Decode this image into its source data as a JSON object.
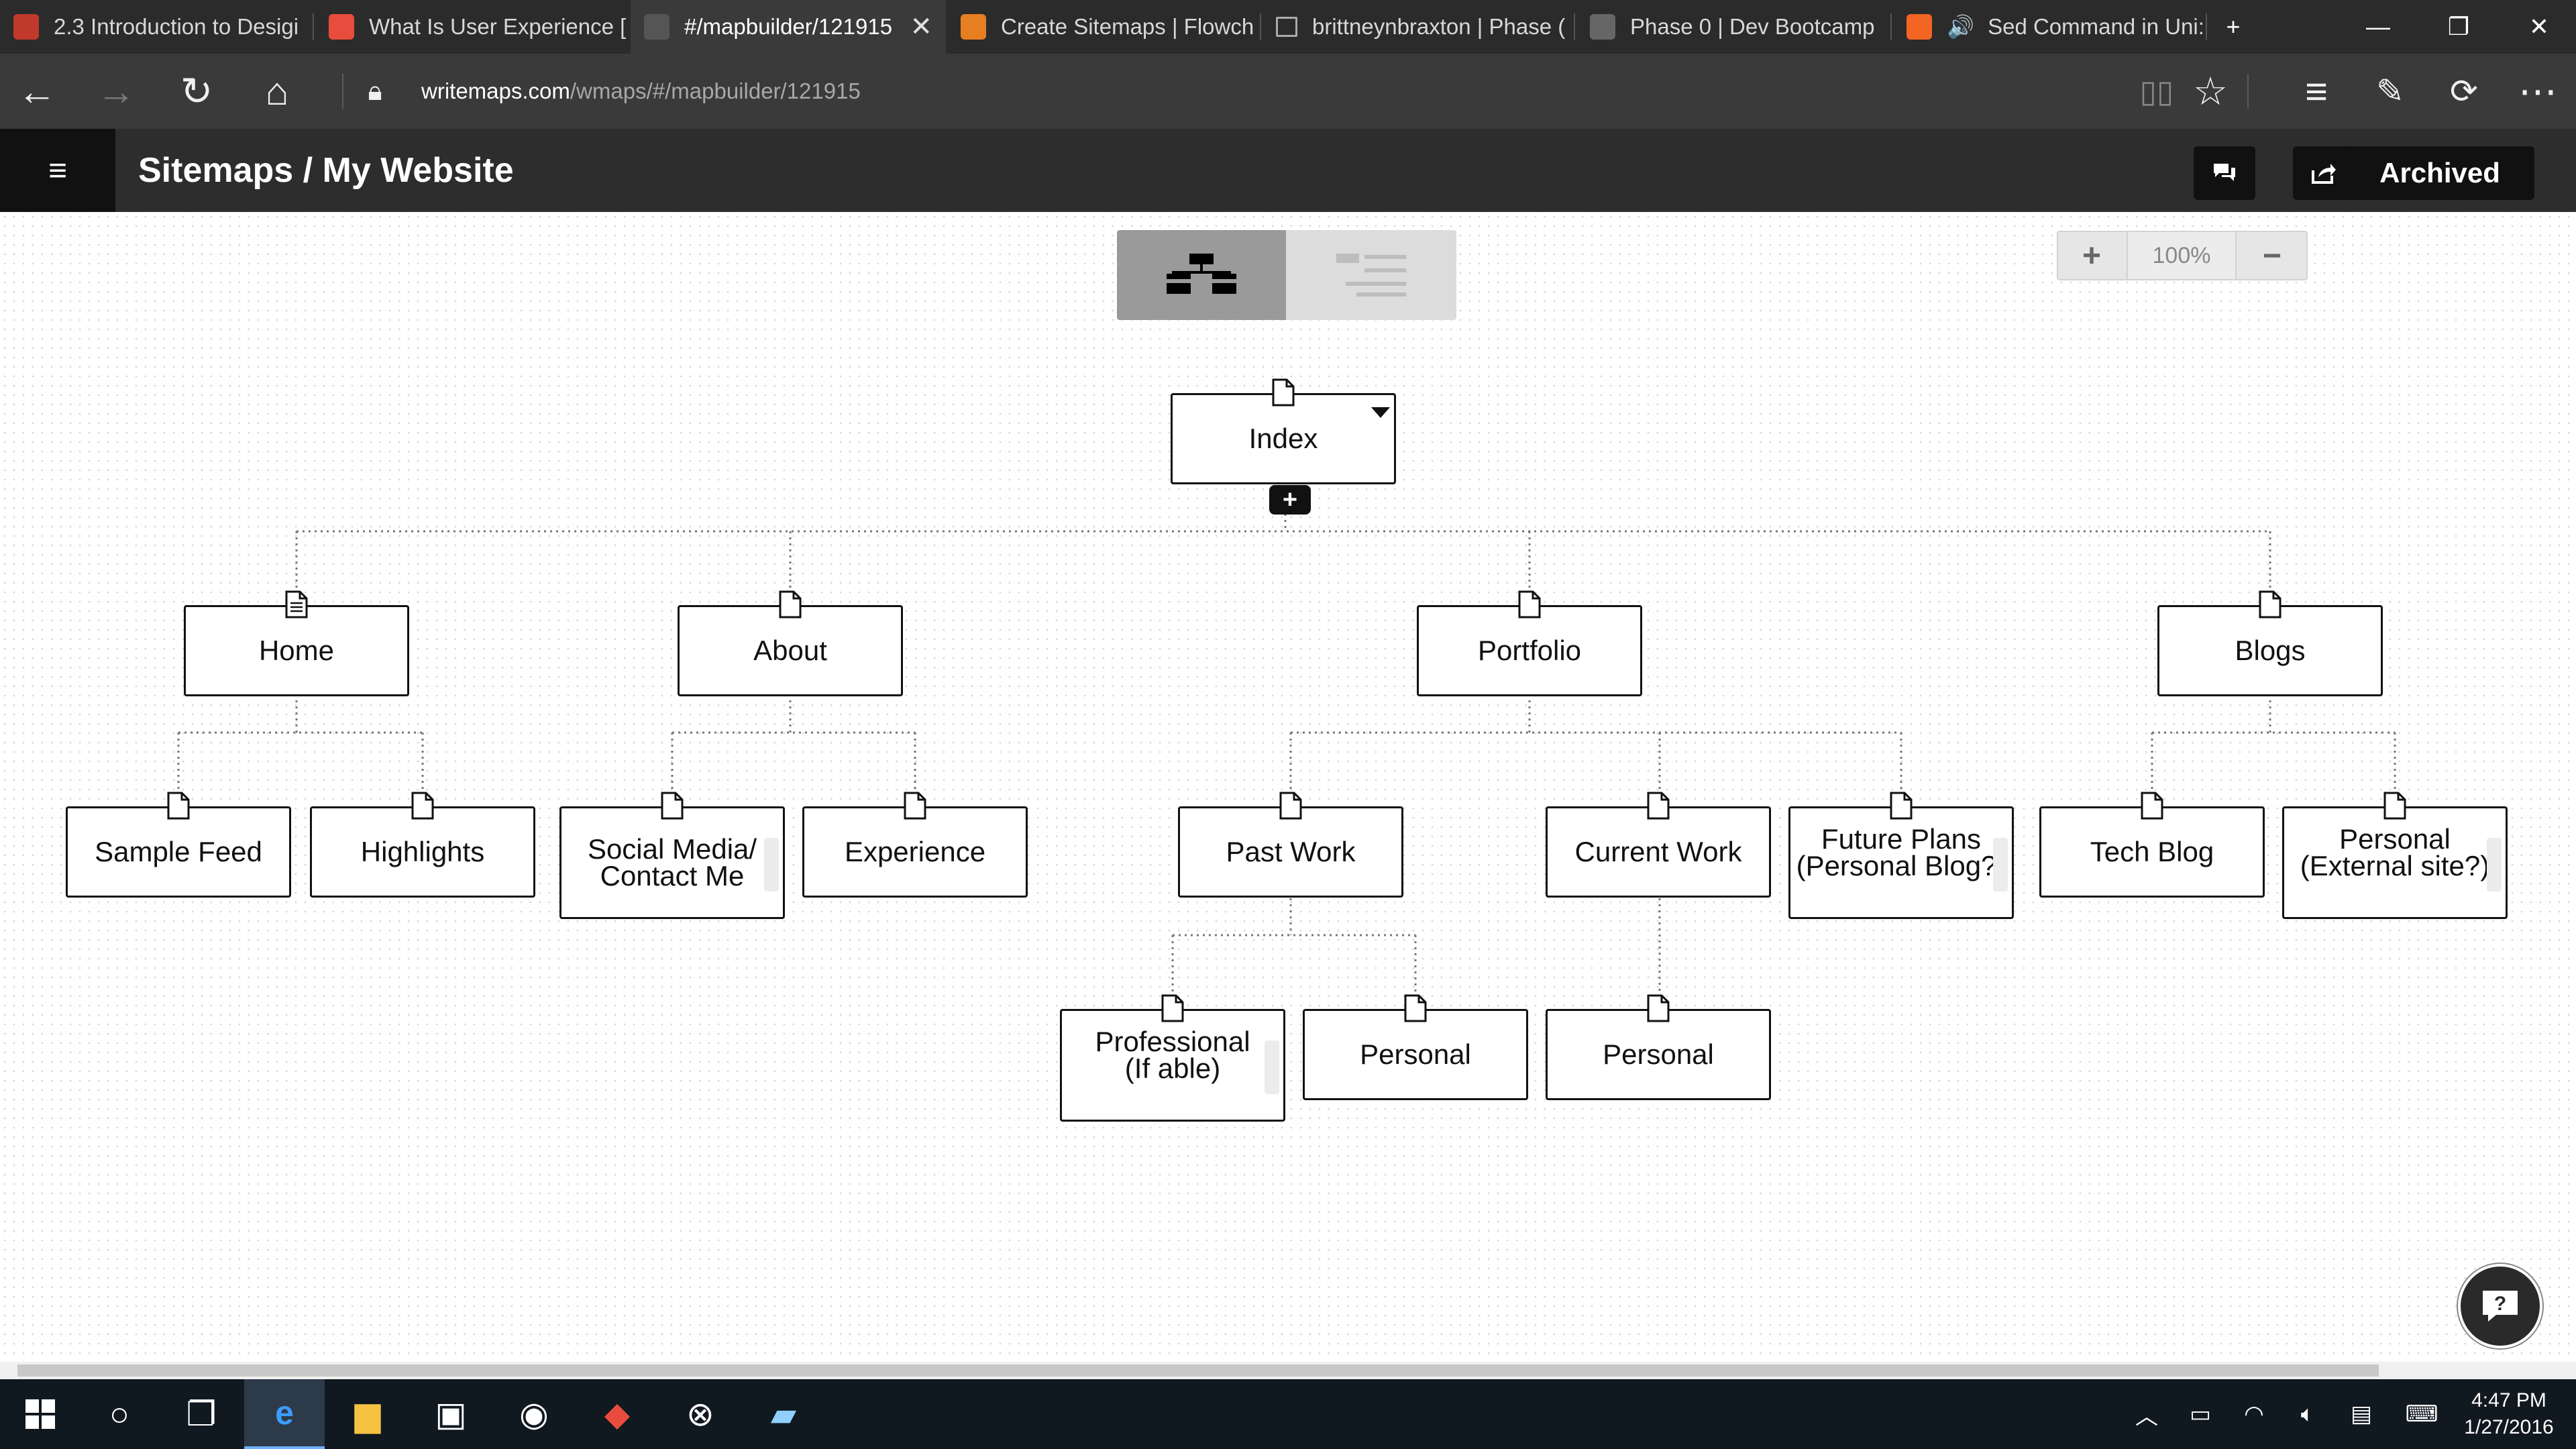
{
  "browser": {
    "tabs": [
      {
        "title": "2.3 Introduction to Desigi",
        "favicon_color": "#c0392b",
        "active": false
      },
      {
        "title": "What Is User Experience [",
        "favicon_color": "#e74c3c",
        "active": false
      },
      {
        "title": "#/mapbuilder/121915",
        "favicon_color": "#555555",
        "active": true
      },
      {
        "title": "Create Sitemaps | Flowch",
        "favicon_color": "#e67e22",
        "active": false
      },
      {
        "title": "brittneynbraxton | Phase (",
        "favicon_color": "#888888",
        "active": false
      },
      {
        "title": "Phase 0 | Dev Bootcamp",
        "favicon_color": "#666666",
        "active": false
      },
      {
        "title": "Sed Command in Uni:",
        "favicon_color": "#f26522",
        "active": false
      }
    ],
    "new_tab": "+",
    "close_tab": "✕",
    "url_host": "writemaps.com",
    "url_path": "/wmaps/#/mapbuilder/121915"
  },
  "app": {
    "title": "Sitemaps / My Website",
    "archived_label": "Archived",
    "zoom_level": "100%",
    "zoom_in": "+",
    "zoom_out": "−",
    "add_child": "+",
    "menu_icon": "≡"
  },
  "sitemap": {
    "nodes": {
      "index": "Index",
      "home": "Home",
      "about": "About",
      "portfolio": "Portfolio",
      "blogs": "Blogs",
      "sample_feed": "Sample Feed",
      "highlights": "Highlights",
      "social_media": "Social Media/\nContact Me",
      "experience": "Experience",
      "past_work": "Past Work",
      "current_work": "Current Work",
      "future_plans": "Future Plans\n(Personal Blog?)",
      "tech_blog": "Tech Blog",
      "personal_external": "Personal\n(External site?)",
      "professional": "Professional\n(If able)",
      "personal_past": "Personal",
      "personal_current": "Personal"
    }
  },
  "taskbar": {
    "time": "4:47 PM",
    "date": "1/27/2016"
  }
}
